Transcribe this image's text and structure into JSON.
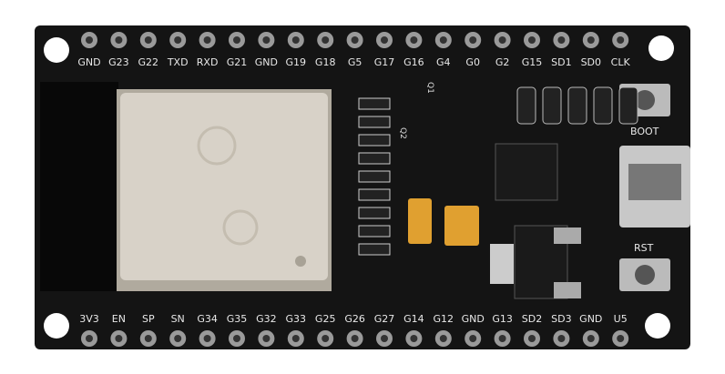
{
  "board": {
    "top_pins": [
      "GND",
      "G23",
      "G22",
      "TXD",
      "RXD",
      "G21",
      "GND",
      "G19",
      "G18",
      "G5",
      "G17",
      "G16",
      "G4",
      "G0",
      "G2",
      "G15",
      "SD1",
      "SD0",
      "CLK"
    ],
    "bottom_pins": [
      "3V3",
      "EN",
      "SP",
      "SN",
      "G34",
      "G35",
      "G32",
      "G33",
      "G25",
      "G26",
      "G27",
      "G14",
      "G12",
      "GND",
      "G13",
      "SD2",
      "SD3",
      "GND",
      "U5"
    ],
    "boot_label": "BOOT",
    "rst_label": "RST",
    "q1_label": "Q1",
    "q2_label": "Q2",
    "colors": {
      "pcb": "#141414",
      "module": "#d8d2c8",
      "pin": "#9a9a9a",
      "cap": "#e0a030"
    }
  }
}
